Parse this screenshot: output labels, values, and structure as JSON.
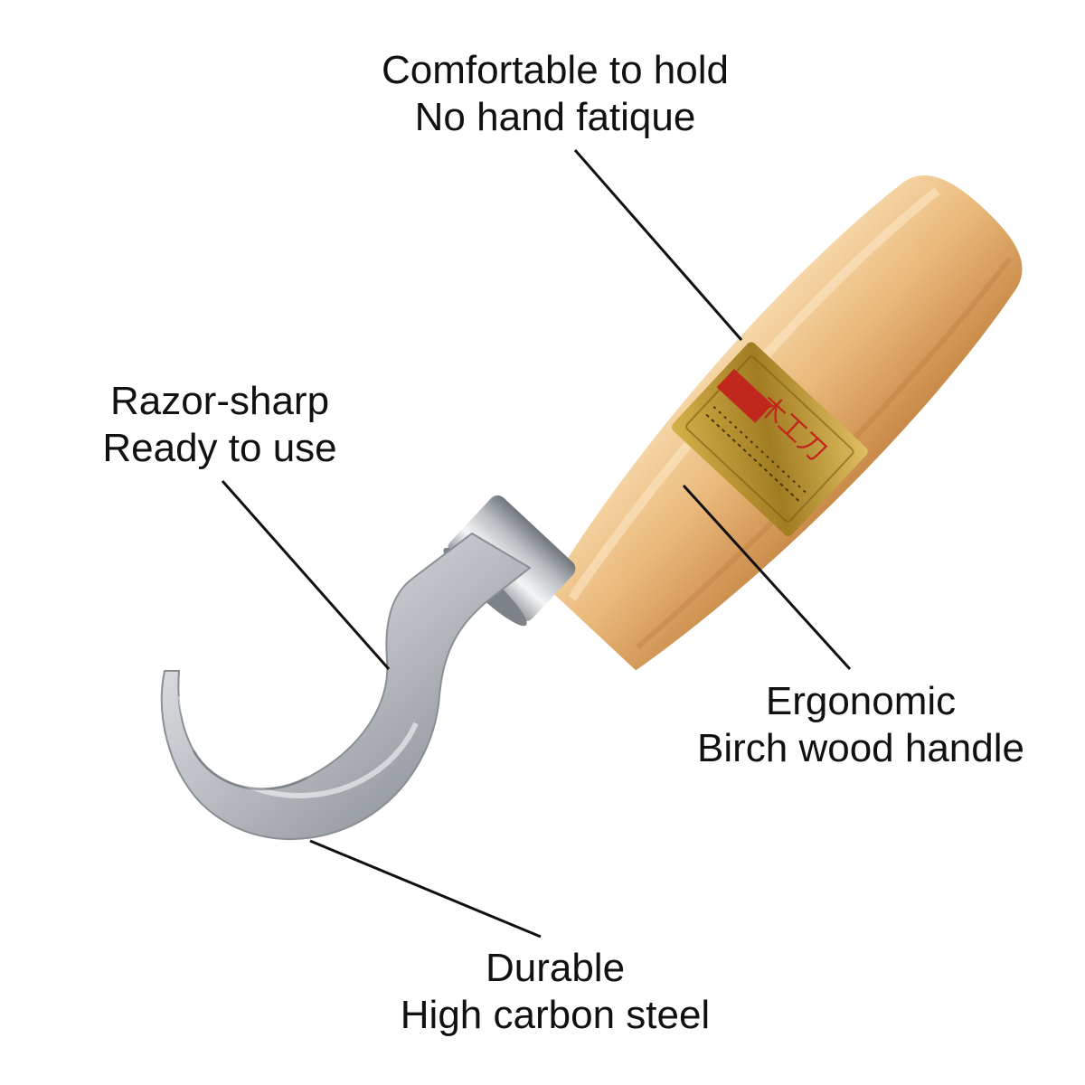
{
  "callouts": {
    "comfort": {
      "line1": "Comfortable to hold",
      "line2": "No hand fatique"
    },
    "razor": {
      "line1": "Razor-sharp",
      "line2": "Ready to use"
    },
    "ergonomic": {
      "line1": "Ergonomic",
      "line2": "Birch wood handle"
    },
    "durable": {
      "line1": "Durable",
      "line2": "High carbon steel"
    }
  },
  "product": {
    "label_text": "木工刀"
  },
  "colors": {
    "background": "#ffffff",
    "text": "#111111",
    "leader_line": "#111111",
    "wood": "#e8b87a",
    "steel": "#c9cccf",
    "label_gold": "#b8912c"
  }
}
